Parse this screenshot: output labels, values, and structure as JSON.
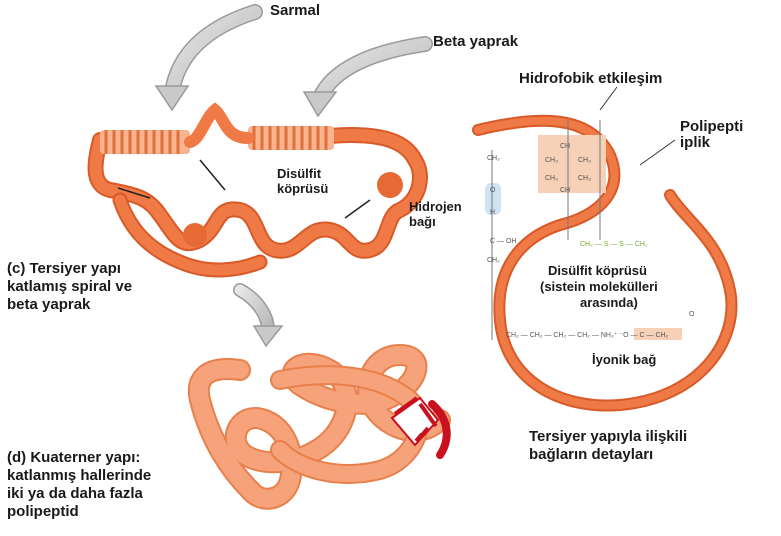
{
  "labels": {
    "helix": "Sarmal",
    "beta_sheet": "Beta yaprak",
    "hydrophobic": "Hidrofobik etkileşim",
    "polypeptide": [
      "Polipepti",
      "iplik"
    ],
    "disulfide_bridge": [
      "Disülfit",
      "köprüsü"
    ],
    "hydrogen_bond": [
      "Hidrojen",
      "bağı"
    ],
    "tertiary": [
      "(c) Tersiyer yapı",
      "katlamış spiral ve",
      "beta yaprak"
    ],
    "quaternary": [
      "(d) Kuaterner yapı:",
      "katlanmış hallerinde",
      "iki ya da daha fazla",
      "polipeptid"
    ],
    "disulfide_detail": [
      "Disülfit köprüsü",
      "(sistein molekülleri",
      "arasında)"
    ],
    "ionic_bond": "İyonik bağ",
    "details_caption": [
      "Tersiyer yapıyla ilişkili",
      "bağların detayları"
    ]
  },
  "chem": {
    "ch2": "CH₂",
    "c_oh": "C — OH",
    "o": "O",
    "h": "H",
    "ch": "CH",
    "ch3": "CH₃",
    "ss": "CH₂ — S — S — CH₂",
    "ionic": "CH₂ — CH₂ — CH₂ — CH₂ — NH₃⁺ ⁻O — C — CH₂",
    "o_top": "O"
  },
  "colors": {
    "ribbon": "#f07a45",
    "ribbon_dark": "#d85a28",
    "ribbon_light": "#f9b38f",
    "quaternary_ribbon": "#f6a27a",
    "red_accent": "#c8101e",
    "arrow_gray": "#c9c9c9",
    "highlight_box": "#f7d0b8"
  }
}
